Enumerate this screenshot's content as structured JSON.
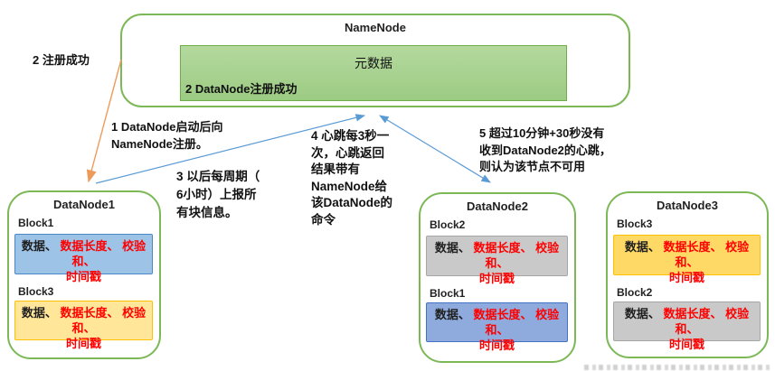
{
  "diagram_title": "HDFS NameNode / DataNode heartbeat and registration diagram",
  "colors": {
    "node_border_green": "#7db857",
    "meta_fill_green": "#a9d18e",
    "meta_border_green": "#70ad47",
    "arrow_blue": "#5b9bd5",
    "arrow_orange": "#ed9b5c",
    "block_blue_fill": "#9dc3e6",
    "block_blue_border": "#4a86c8",
    "block_blue2_fill": "#8faadc",
    "block_blue2_border": "#4472c4",
    "block_orange_fill": "#ffe699",
    "block_orange2_fill": "#ffd966",
    "block_orange_border": "#ffc000",
    "block_gray_fill": "#c9c9c9",
    "block_gray_border": "#a6a6a6",
    "block_text_red": "#ff0000"
  },
  "namenode": {
    "title": "NameNode",
    "meta_label": "元数据",
    "status_label": "2 DataNode注册成功"
  },
  "annotations": {
    "register_success": "2 注册成功",
    "note1": "1 DataNode启动后向\nNameNode注册。",
    "note3": "3 以后每周期（\n6小时）上报所\n有块信息。",
    "note4": "4 心跳每3秒一\n次，心跳返回\n结果带有\nNameNode给\n该DataNode的\n命令",
    "note5": "5 超过10分钟+30秒没有\n收到DataNode2的心跳，\n则认为该节点不可用"
  },
  "block_content": {
    "black": "数据、 ",
    "red": "数据长度、 校验和、\n时间戳"
  },
  "datanodes": [
    {
      "title": "DataNode1",
      "blocks": [
        {
          "label": "Block1",
          "color": "blue"
        },
        {
          "label": "Block3",
          "color": "orange"
        }
      ]
    },
    {
      "title": "DataNode2",
      "blocks": [
        {
          "label": "Block2",
          "color": "gray"
        },
        {
          "label": "Block1",
          "color": "blue"
        }
      ]
    },
    {
      "title": "DataNode3",
      "blocks": [
        {
          "label": "Block3",
          "color": "orange"
        },
        {
          "label": "Block2",
          "color": "gray"
        }
      ]
    }
  ],
  "arrows": [
    {
      "name": "register-response",
      "color": "orange",
      "from": "NameNode",
      "to": "DataNode1"
    },
    {
      "name": "dn1-register-report",
      "color": "blue",
      "from": "DataNode1",
      "to": "NameNode"
    },
    {
      "name": "dn2-heartbeat",
      "color": "blue",
      "from": "NameNode",
      "to": "DataNode2",
      "double_headed": true
    }
  ]
}
